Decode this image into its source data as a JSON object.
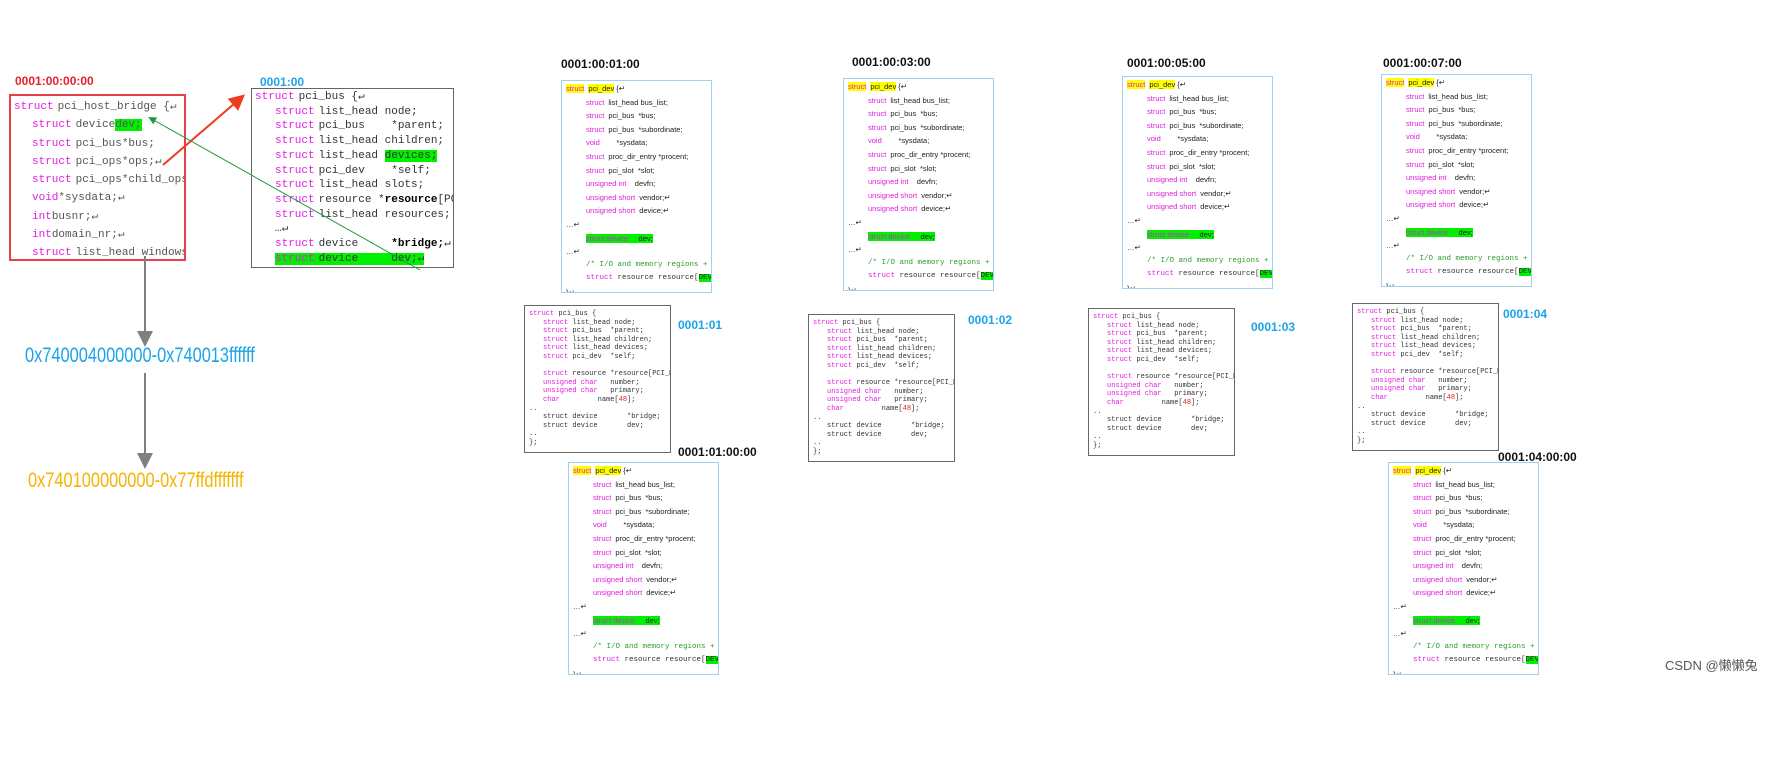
{
  "host_bridge": {
    "label": "0001:00:00:00",
    "lines": [
      {
        "k": "struct",
        "a": "pci_host_bridge {↵",
        "i": 0
      },
      {
        "k": "struct",
        "a": "device",
        "b": "dev;",
        "hl": "b",
        "i": 1
      },
      {
        "k": "struct",
        "a": "pci_bus",
        "b": "*bus;",
        "i": 1
      },
      {
        "k": "struct",
        "a": "pci_ops",
        "b": "*ops;↵",
        "i": 1
      },
      {
        "k": "struct",
        "a": "pci_ops",
        "b": "*child_ops;↵",
        "i": 1
      },
      {
        "k": "void",
        "a": "",
        "b": "*sysdata;↵",
        "i": 1
      },
      {
        "k": "int",
        "a": "",
        "b": "busnr;↵",
        "i": 1
      },
      {
        "k": "int",
        "a": "",
        "b": "domain_nr;↵",
        "i": 1
      },
      {
        "k": "struct",
        "a": "list_head windows;",
        "i": 1
      }
    ]
  },
  "root_bus": {
    "label": "0001:00",
    "lines": [
      {
        "k": "struct",
        "a": "pci_bus {↵",
        "i": 0
      },
      {
        "k": "struct",
        "a": "list_head node;",
        "i": 1
      },
      {
        "k": "struct",
        "a": "pci_bus    *parent;",
        "i": 1
      },
      {
        "k": "struct",
        "a": "list_head children;",
        "i": 1
      },
      {
        "k": "struct",
        "a": "list_head ",
        "b": "devices;",
        "hl": "b",
        "i": 1
      },
      {
        "k": "struct",
        "a": "pci_dev    *self;",
        "i": 1
      },
      {
        "k": "struct",
        "a": "list_head slots;",
        "i": 1
      },
      {
        "k": "struct",
        "a": "resource *",
        "b": "resource",
        "c": "[PCI_",
        "bold": "b",
        "i": 1
      },
      {
        "k": "struct",
        "a": "list_head resources;",
        "i": 1
      },
      {
        "k": "",
        "a": "…↵",
        "i": 1
      },
      {
        "k": "struct",
        "a": "device     ",
        "b": "*bridge;",
        "c": "↵",
        "bold": "b",
        "i": 1
      },
      {
        "k": "struct",
        "a": "device     dev;↵",
        "hl": "all",
        "i": 1
      }
    ]
  },
  "addresses": {
    "bus_range": "0x740004000000-0x740013ffffff",
    "dev_range": "0x740100000000-0x77ffdfffffff"
  },
  "pci_dev_template": [
    {
      "k": "struct",
      "a": "pci_dev",
      "c": " {↵",
      "hl": "yk",
      "i": 0
    },
    {
      "k": "struct",
      "a": "list_head bus_list;",
      "i": 1
    },
    {
      "k": "struct",
      "a": "pci_bus  *bus;",
      "i": 1
    },
    {
      "k": "struct",
      "a": "pci_bus  *subordinate;",
      "i": 1
    },
    {
      "k": "void",
      "a": "        *sysdata;",
      "i": 1
    },
    {
      "k": "struct",
      "a": "proc_dir_entry *procent;",
      "i": 1
    },
    {
      "k": "struct",
      "a": "pci_slot  *slot;",
      "i": 1
    },
    {
      "k": "unsigned int",
      "a": "    devfn;",
      "i": 1
    },
    {
      "k": "unsigned short",
      "a": "vendor;↵",
      "i": 1
    },
    {
      "k": "unsigned short",
      "a": "device;↵",
      "i": 1
    },
    {
      "k": "",
      "a": "…↵",
      "i": 0
    },
    {
      "k": "struct device",
      "a": "     dev;",
      "hl": "all",
      "i": 1
    },
    {
      "k": "",
      "a": "…↵",
      "i": 0
    },
    {
      "k": "",
      "a": "/* I/O and memory regions +",
      "cm": true,
      "mono": true,
      "i": 1
    },
    {
      "k": "struct",
      "a": " resource resource[",
      "b": "DEV",
      "hl": "b",
      "mono": true,
      "i": 1
    },
    {
      "k": "",
      "a": "}↵",
      "i": 0
    }
  ],
  "pci_bus_template": [
    {
      "k": "struct",
      "a": " pci_bus {",
      "i": 0
    },
    {
      "k": "struct",
      "a": " list_head node;",
      "i": 1
    },
    {
      "k": "struct",
      "a": " pci_bus  *parent;",
      "i": 1
    },
    {
      "k": "struct",
      "a": " list_head children;",
      "i": 1
    },
    {
      "k": "struct",
      "a": " list_head devices;",
      "i": 1
    },
    {
      "k": "struct",
      "a": " pci_dev  *self;",
      "i": 1
    },
    {
      "k": "",
      "a": " ",
      "i": 1
    },
    {
      "k": "struct",
      "a": " resource *resource[PCI_BR",
      "i": 1
    },
    {
      "k": "unsigned char",
      "a": "   number;",
      "i": 1
    },
    {
      "k": "unsigned char",
      "a": "   primary;",
      "i": 1
    },
    {
      "k": "char",
      "a": "         name[",
      "b": "48",
      "c": "];",
      "red": true,
      "i": 1
    },
    {
      "k": "",
      "a": "..",
      "i": 0
    },
    {
      "k": "",
      "a": "struct device       *bridge;",
      "i": 1
    },
    {
      "k": "",
      "a": "struct device       dev;",
      "i": 1
    },
    {
      "k": "",
      "a": "",
      "i": 0
    },
    {
      "k": "",
      "a": "..",
      "i": 0
    },
    {
      "k": "",
      "a": "};",
      "i": 0
    }
  ],
  "pci_devs": [
    {
      "label": "0001:00:01:00"
    },
    {
      "label": "0001:00:03:00"
    },
    {
      "label": "0001:00:05:00"
    },
    {
      "label": "0001:00:07:00"
    },
    {
      "label": "0001:01:00:00"
    },
    {
      "label": "0001:04:00:00"
    }
  ],
  "pci_buses": [
    {
      "label": "0001:01"
    },
    {
      "label": "0001:02"
    },
    {
      "label": "0001:03"
    },
    {
      "label": "0001:04"
    }
  ],
  "watermark": "CSDN @懒懒兔",
  "colors": {
    "keyword": "#e01ee0",
    "highlight": "#00f000",
    "host_label": "#e8202a",
    "bus_label": "#1aa3e8",
    "bus_range": "#1aa3e8",
    "dev_range": "#f5b400",
    "arrow_red": "#f03a1e",
    "arrow_green": "#1a9a3a",
    "arrow_gray": "#808080"
  }
}
